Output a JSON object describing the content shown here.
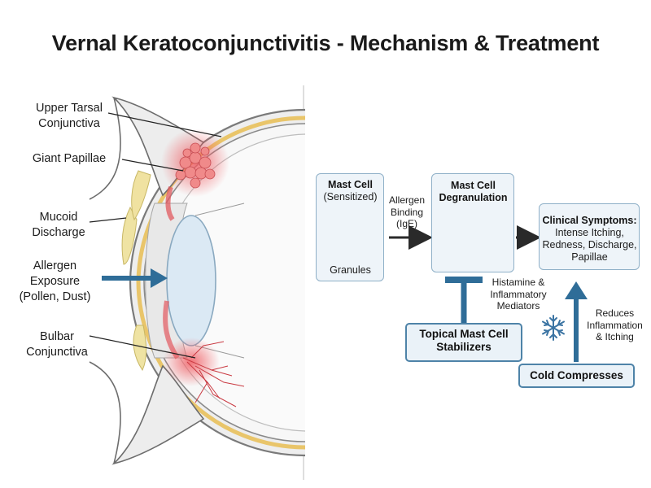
{
  "title": "Vernal Keratoconjunctivitis - Mechanism & Treatment",
  "anatomy": {
    "upper_tarsal": [
      "Upper Tarsal",
      "Conjunctiva"
    ],
    "giant_papillae": "Giant Papillae",
    "mucoid": [
      "Mucoid",
      "Discharge"
    ],
    "allergen": [
      "Allergen",
      "Exposure",
      "(Pollen, Dust)"
    ],
    "bulbar": [
      "Bulbar",
      "Conjunctiva"
    ]
  },
  "mechanism": {
    "mast_cell_title": "Mast Cell",
    "mast_cell_sub": "(Sensitized)",
    "granules": "Granules",
    "allergen_binding": [
      "Allergen",
      "Binding",
      "(IgE)"
    ],
    "degranulation": [
      "Mast Cell",
      "Degranulation"
    ],
    "mediators": [
      "Histamine &",
      "Inflammatory",
      "Mediators"
    ],
    "symptoms_title": "Clinical Symptoms:",
    "symptoms_body": [
      "Intense Itching,",
      "Redness, Discharge,",
      "Papillae"
    ],
    "stabilizers": [
      "Topical Mast Cell",
      "Stabilizers"
    ],
    "reduces": [
      "Reduces",
      "Inflammation",
      "& Itching"
    ],
    "cold": "Cold Compresses"
  },
  "colors": {
    "accent_blue": "#2f6d98",
    "inflamed_red": "#e2595f",
    "box_border": "#8fb0c8"
  },
  "icons": [
    "snowflake-icon",
    "mast-cell-icon",
    "degranulating-cell-icon",
    "eye-cross-section-icon"
  ]
}
